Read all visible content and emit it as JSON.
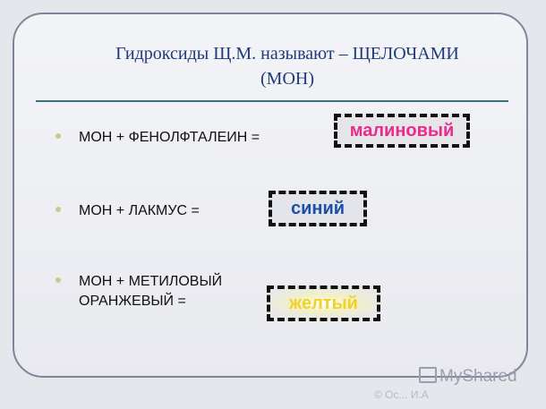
{
  "slide": {
    "title_line1": "Гидроксиды Щ.М. называют – ЩЕЛОЧАМИ",
    "title_line2": "(МОН)"
  },
  "items": [
    {
      "formula_line1": "МОН + ФЕНОЛФТАЛЕИН =",
      "formula_line2": "",
      "answer": "малиновый"
    },
    {
      "formula_line1": "МОН + ЛАКМУС =",
      "formula_line2": "",
      "answer": "синий"
    },
    {
      "formula_line1": "МОН + МЕТИЛОВЫЙ",
      "formula_line2": "ОРАНЖЕВЫЙ =",
      "answer": "желтый"
    }
  ],
  "colors": {
    "title": "#1f3a7a",
    "answer_magenta": "#ea2a8e",
    "answer_blue": "#1c4fa8",
    "answer_yellow": "#f0d22a"
  },
  "watermark": {
    "brand": "MyShared",
    "icon": "presentation-icon",
    "author": "© Ос... И.А"
  }
}
